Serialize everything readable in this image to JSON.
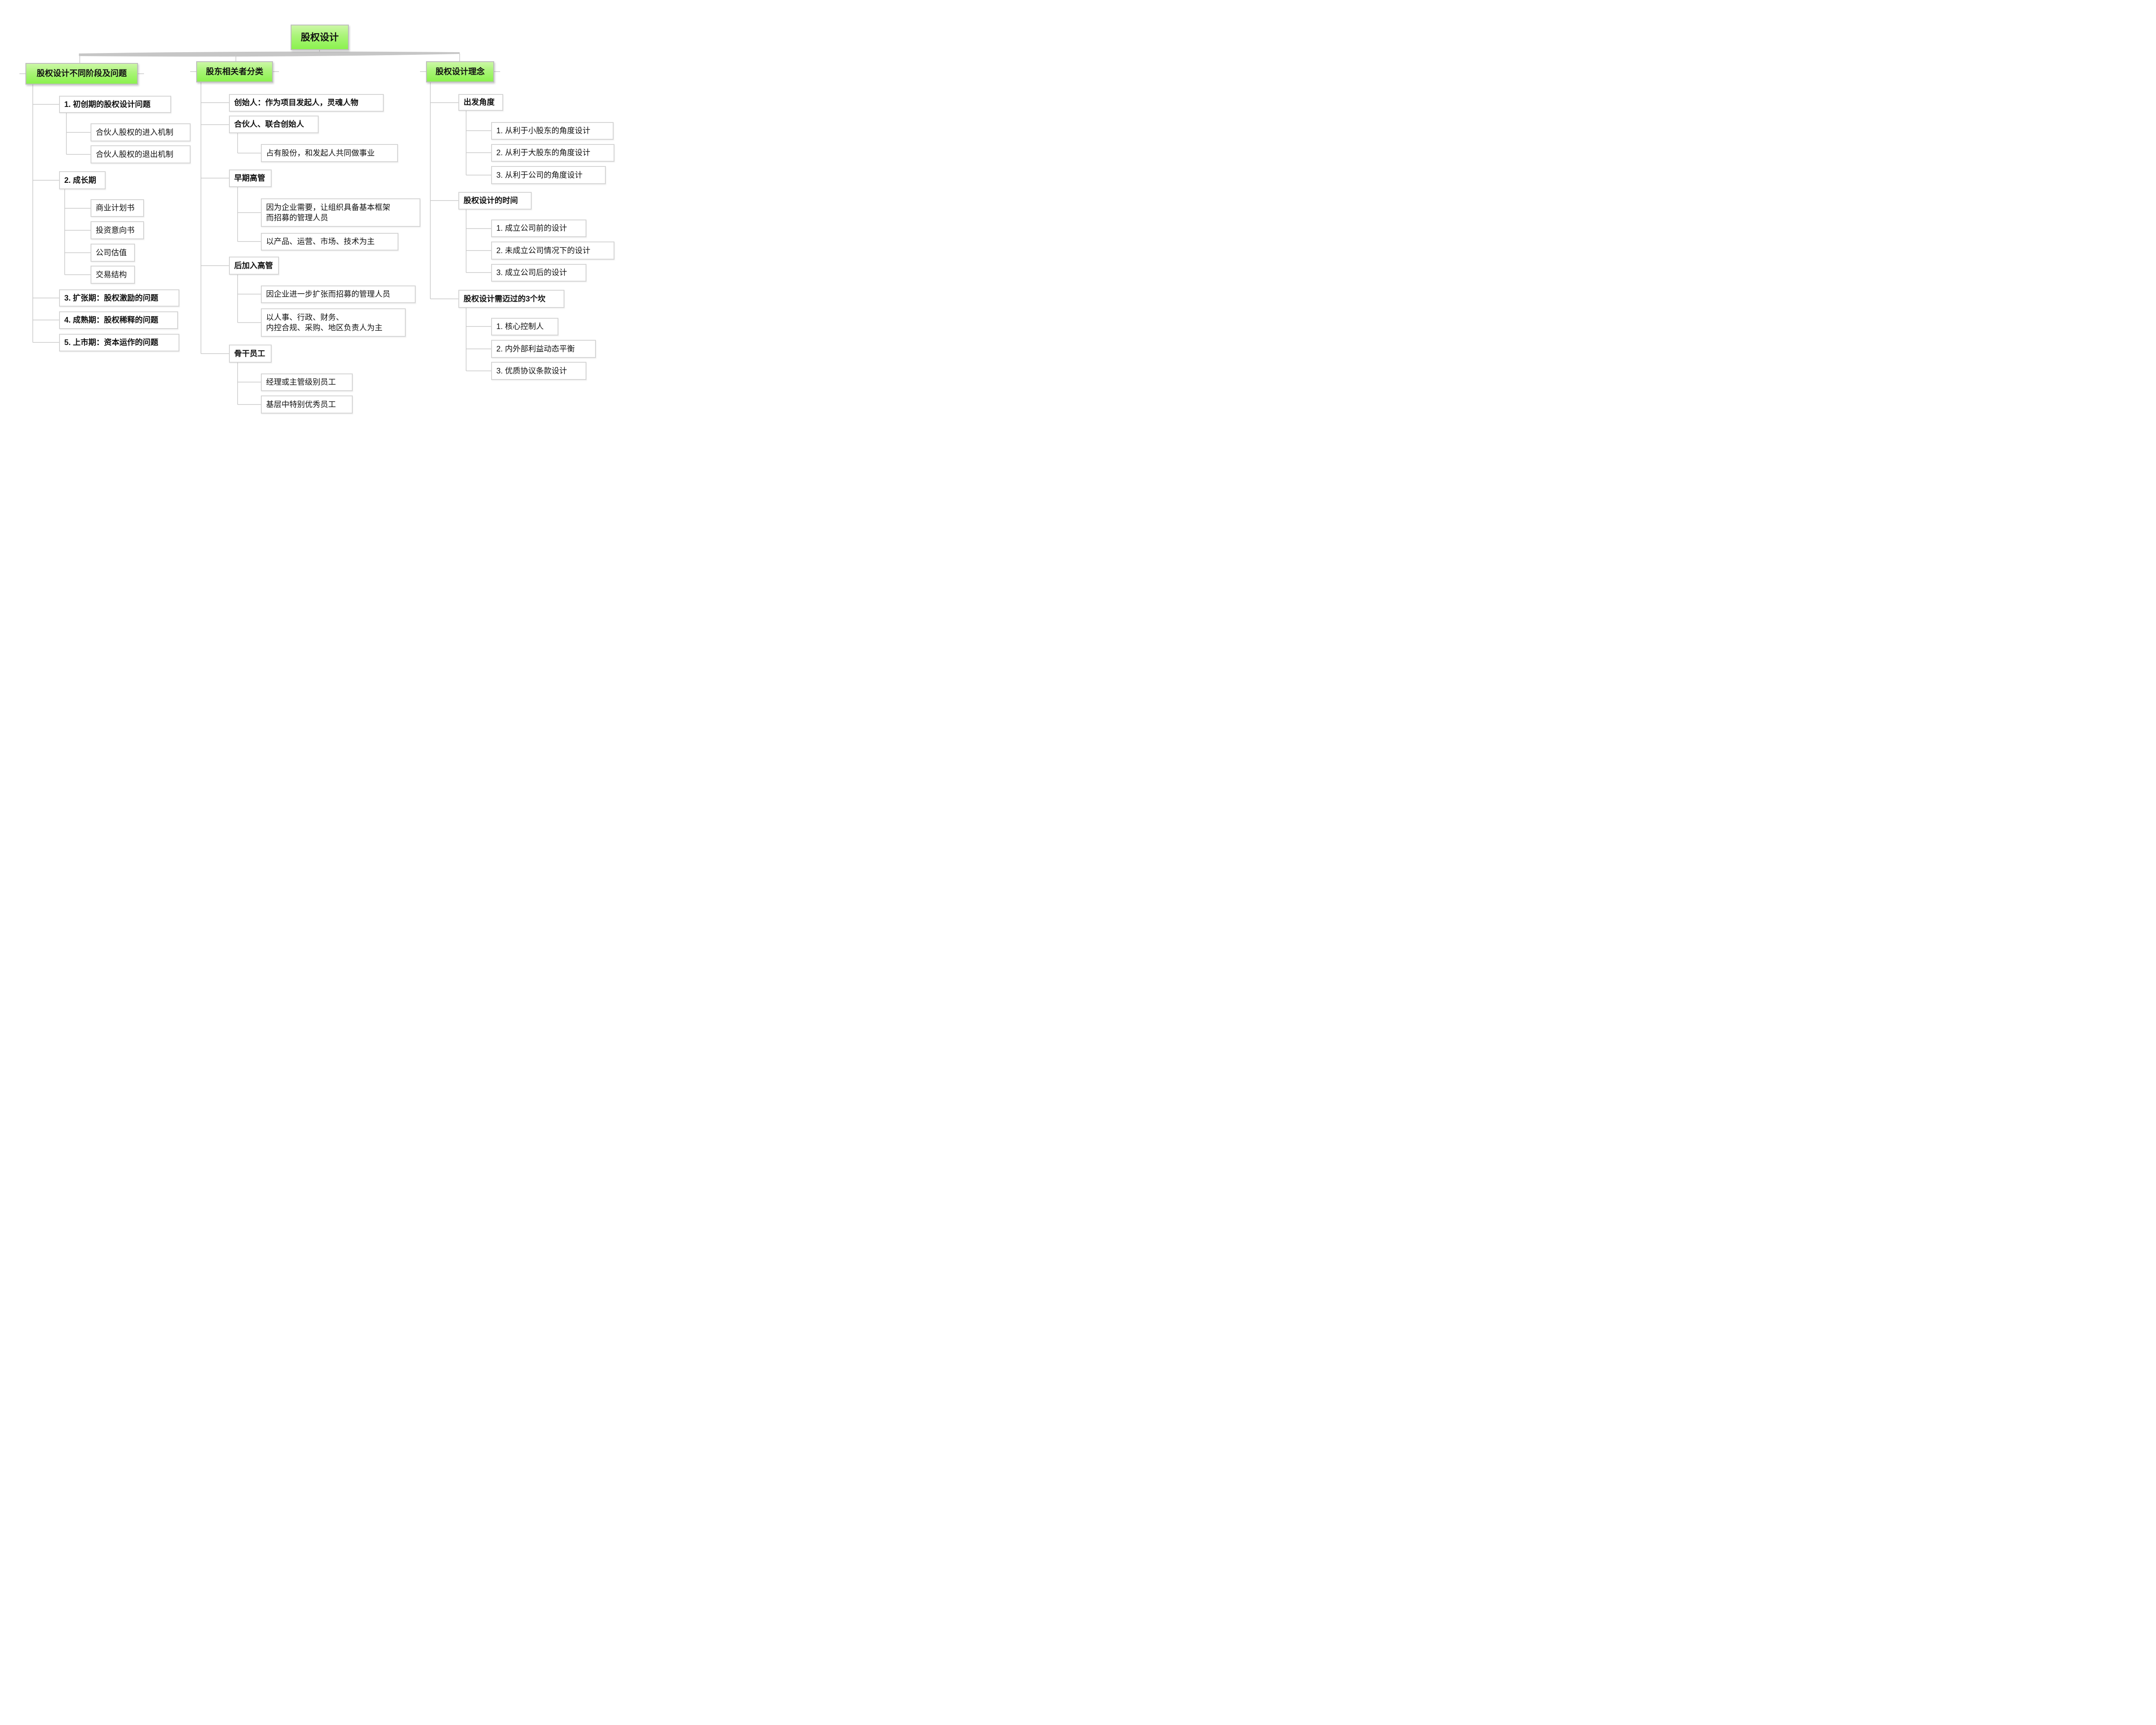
{
  "root": {
    "label": "股权设计"
  },
  "colors": {
    "node_green_top": "#ccf7a6",
    "node_green_bottom": "#8bf24e",
    "connector_gray": "#c9c9c9",
    "box_border_gray": "#d4d4d4",
    "text_black": "#111111"
  },
  "branches": {
    "stages": {
      "title": "股权设计不同阶段及问题",
      "items": [
        {
          "label": "1. 初创期的股权设计问题",
          "children": [
            "合伙人股权的进入机制",
            "合伙人股权的退出机制"
          ]
        },
        {
          "label": "2. 成长期",
          "children": [
            "商业计划书",
            "投资意向书",
            "公司估值",
            "交易结构"
          ]
        },
        {
          "label": "3. 扩张期：股权激励的问题"
        },
        {
          "label": "4. 成熟期：股权稀释的问题"
        },
        {
          "label": "5. 上市期：资本运作的问题"
        }
      ]
    },
    "stakeholders": {
      "title": "股东相关者分类",
      "items": [
        {
          "label": "创始人：作为项目发起人，灵魂人物"
        },
        {
          "label": "合伙人、联合创始人",
          "children": [
            "占有股份，和发起人共同做事业"
          ]
        },
        {
          "label": "早期高管",
          "children": [
            "因为企业需要，让组织具备基本框架\n而招募的管理人员",
            "以产品、运营、市场、技术为主"
          ]
        },
        {
          "label": "后加入高管",
          "children": [
            "因企业进一步扩张而招募的管理人员",
            "以人事、行政、财务、\n内控合规、采购、地区负责人为主"
          ]
        },
        {
          "label": "骨干员工",
          "children": [
            "经理或主管级别员工",
            "基层中特别优秀员工"
          ]
        }
      ]
    },
    "philosophy": {
      "title": "股权设计理念",
      "items": [
        {
          "label": "出发角度",
          "children": [
            "1. 从利于小股东的角度设计",
            "2. 从利于大股东的角度设计",
            "3. 从利于公司的角度设计"
          ]
        },
        {
          "label": "股权设计的时间",
          "children": [
            "1. 成立公司前的设计",
            "2. 未成立公司情况下的设计",
            "3. 成立公司后的设计"
          ]
        },
        {
          "label": "股权设计需迈过的3个坎",
          "children": [
            "1. 核心控制人",
            "2. 内外部利益动态平衡",
            "3. 优质协议条款设计"
          ]
        }
      ]
    }
  }
}
